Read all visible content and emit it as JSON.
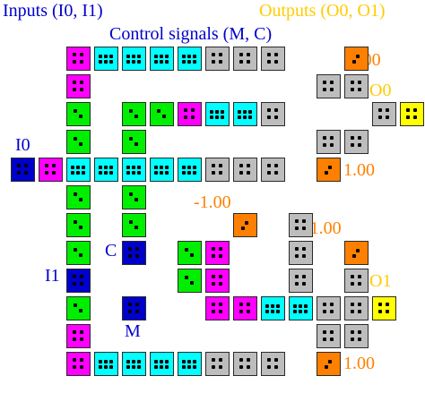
{
  "labels": {
    "inputs_legend": "Inputs (I0, I1)",
    "outputs_legend": "Outputs (O0, O1)",
    "control_legend": "Control signals (M, C)",
    "i0": "I0",
    "i1": "I1",
    "o0": "O0",
    "o1": "O1",
    "c": "C",
    "m": "M",
    "w1": "-1.00",
    "w2": "1.00",
    "w3": "-1.00",
    "w4": "-1.00",
    "w5": "1.00"
  },
  "colors": {
    "input": "#0000cc",
    "output": "#ffff00",
    "control": "#0000cc",
    "magenta": "#ff00ff",
    "cyan": "#00ffff",
    "green": "#00ee00",
    "gray": "#bdbdbd",
    "orange": "#ff8000",
    "input_label": "#0000cc",
    "output_label": "#ffcc00",
    "control_label": "#0000cc",
    "weight_label": "#ff8000"
  },
  "cell_rows": [
    {
      "row": 0,
      "cells": [
        "magenta",
        "cyan",
        "cyan",
        "cyan",
        "cyan",
        "gray",
        "gray",
        "gray",
        "",
        "",
        "orange"
      ]
    },
    {
      "row": 1,
      "cells": [
        "magenta",
        "",
        "",
        "",
        "",
        "",
        "",
        "",
        "",
        "gray",
        "gray"
      ]
    },
    {
      "row": 2,
      "cells": [
        "green",
        "",
        "green",
        "green",
        "magenta",
        "cyan",
        "cyan",
        "gray",
        "",
        "",
        "",
        "gray",
        "output"
      ]
    },
    {
      "row": 3,
      "cells": [
        "green",
        "",
        "green",
        "",
        "",
        "",
        "",
        "",
        "",
        "gray",
        "gray"
      ]
    },
    {
      "row": 4,
      "cells": [
        "input",
        "magenta",
        "cyan",
        "cyan",
        "cyan",
        "cyan",
        "cyan",
        "gray",
        "gray",
        "gray",
        "",
        "orange"
      ]
    },
    {
      "row": 5,
      "cells": [
        "",
        "",
        "green",
        "",
        "green"
      ]
    },
    {
      "row": 6,
      "cells": [
        "",
        "",
        "green",
        "",
        "green",
        "",
        "",
        "",
        "orange",
        "",
        "gray"
      ]
    },
    {
      "row": 7,
      "cells": [
        "",
        "",
        "green",
        "",
        "input",
        "",
        "green",
        "magenta",
        "",
        "",
        "gray",
        "",
        "orange"
      ]
    },
    {
      "row": 8,
      "cells": [
        "",
        "",
        "input",
        "",
        "",
        "",
        "green",
        "magenta",
        "",
        "",
        "gray",
        "",
        "gray"
      ]
    },
    {
      "row": 9,
      "cells": [
        "",
        "",
        "green",
        "",
        "input",
        "",
        "",
        "magenta",
        "magenta",
        "cyan",
        "cyan",
        "gray",
        "gray",
        "output"
      ]
    },
    {
      "row": 10,
      "cells": [
        "",
        "",
        "magenta",
        "",
        "",
        "",
        "",
        "",
        "",
        "",
        "",
        "gray",
        "gray"
      ]
    },
    {
      "row": 11,
      "cells": [
        "",
        "",
        "magenta",
        "cyan",
        "cyan",
        "cyan",
        "cyan",
        "gray",
        "gray",
        "gray",
        "",
        "orange"
      ]
    }
  ]
}
